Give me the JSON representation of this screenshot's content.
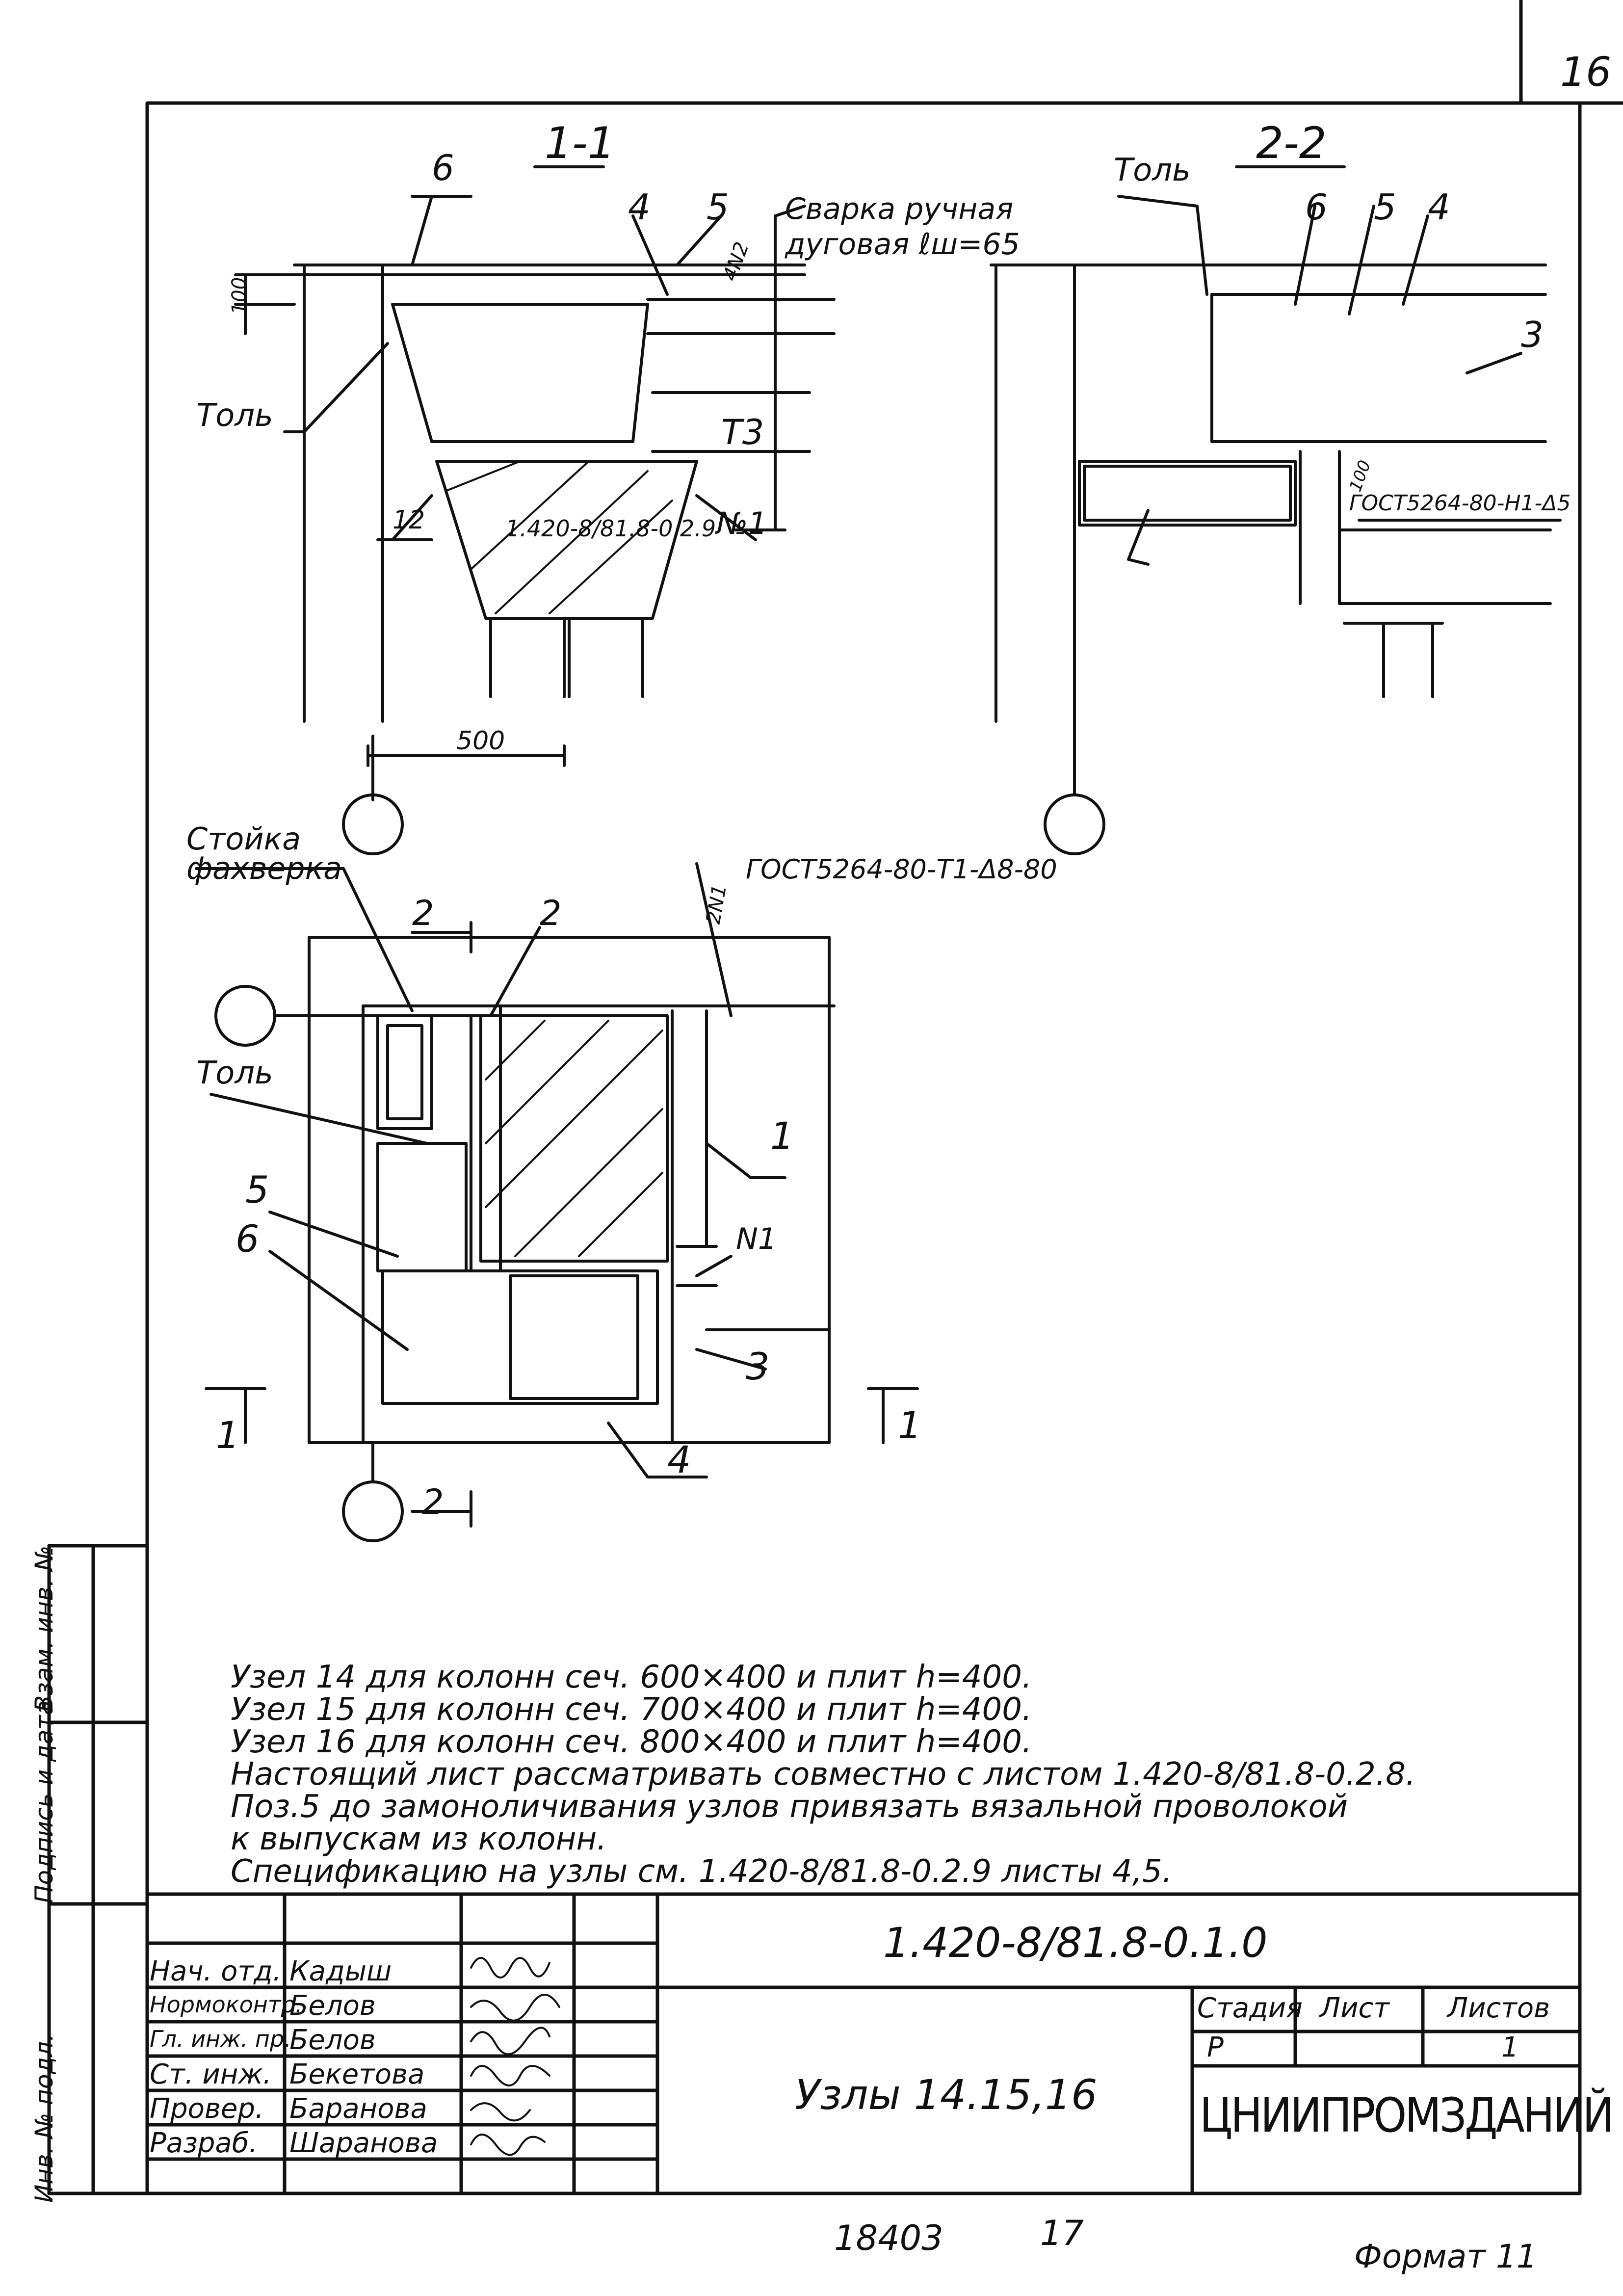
{
  "sheet_corner_number": "16",
  "sections": {
    "s11": {
      "title": "1-1",
      "welding_note": "Сварка ручная дуговая ℓш=65",
      "dim_100": "100",
      "dim_500": "500",
      "tol": "Толь",
      "ref_t3": "Т3",
      "ref_n1": "№1",
      "ref_12": "12",
      "ref_note": "1.420-8/81.8-0.2.9",
      "callout_6": "6",
      "callout_4": "4",
      "callout_5": "5",
      "weld_mark": "4N2"
    },
    "s22": {
      "title": "2-2",
      "tol": "Толь",
      "callout_6": "6",
      "callout_5": "5",
      "callout_4": "4",
      "callout_3": "3",
      "gost": "ГОСТ5264-80-Н1-Δ5",
      "dim": "100"
    },
    "plan": {
      "stoika": "Стойка фахверка",
      "tol": "Толь",
      "gost": "ГОСТ5264-80-Т1-Δ8-80",
      "weld_mark": "2N1",
      "callout_2": "2",
      "callout_1": "1",
      "callout_5": "5",
      "callout_6": "6",
      "callout_n1": "N1",
      "callout_3": "3",
      "callout_4": "4",
      "cut_2_top": "2",
      "cut_2_bottom": "2",
      "cut_1_left": "1",
      "cut_1_right": "1"
    }
  },
  "notes": [
    "Узел 14 для колонн сеч. 600×400 и плит h=400.",
    "Узел 15 для колонн сеч. 700×400 и плит h=400.",
    "Узел 16 для колонн сеч. 800×400 и плит h=400.",
    "Настоящий лист рассматривать совместно с листом 1.420-8/81.8-0.2.8.",
    "Поз.5 до замоноличивания узлов привязать вязальной проволокой",
    "к выпускам из колонн.",
    "Спецификацию на узлы см. 1.420-8/81.8-0.2.9 листы 4,5."
  ],
  "side_stamp": [
    "Инв. № подл.",
    "Подпись и дата",
    "Взам. инв. №"
  ],
  "title_block": {
    "designation": "1.420-8/81.8-0.1.0",
    "title": "Узлы 14.15,16",
    "organization": "ЦНИИПРОМЗДАНИЙ",
    "stage_header": "Стадия",
    "sheet_header": "Лист",
    "sheets_header": "Листов",
    "stage": "Р",
    "sheets": "1",
    "roles": [
      {
        "role": "Нач. отд.",
        "name": "Кадыш"
      },
      {
        "role": "Нормоконтр.",
        "name": "Белов"
      },
      {
        "role": "Гл. инж. пр.",
        "name": "Белов"
      },
      {
        "role": "Ст. инж.",
        "name": "Бекетова"
      },
      {
        "role": "Провер.",
        "name": "Баранова"
      },
      {
        "role": "Разраб.",
        "name": "Шаранова"
      }
    ]
  },
  "footer": {
    "number": "18403",
    "page": "17",
    "format": "Формат 11"
  }
}
